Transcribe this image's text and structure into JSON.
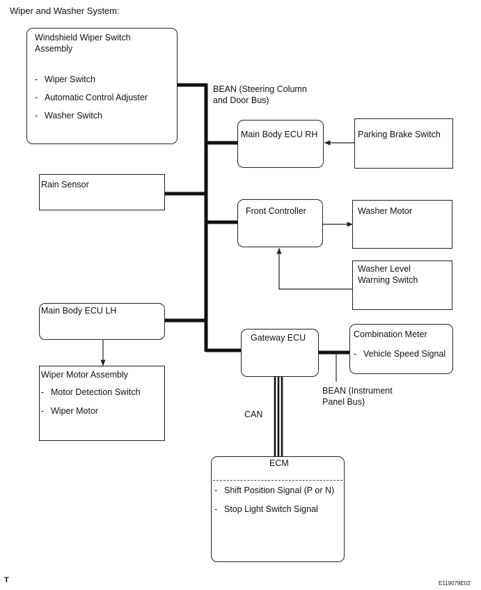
{
  "title": "Wiper and Washer System:",
  "boxes": {
    "wiper_switch": {
      "title_l1": "Windshield Wiper Switch",
      "title_l2": "Assembly",
      "items": [
        "Wiper Switch",
        "Automatic Control Adjuster",
        "Washer Switch"
      ]
    },
    "main_body_rh": {
      "title": "Main Body ECU RH"
    },
    "parking_brake": {
      "title": "Parking Brake Switch"
    },
    "rain_sensor": {
      "title": "Rain Sensor"
    },
    "front_controller": {
      "title": "Front Controller"
    },
    "washer_motor": {
      "title": "Washer Motor"
    },
    "washer_level": {
      "title_l1": "Washer Level",
      "title_l2": "Warning Switch"
    },
    "main_body_lh": {
      "title": "Main Body ECU LH"
    },
    "gateway": {
      "title": "Gateway ECU"
    },
    "combination_meter": {
      "title": "Combination Meter",
      "items": [
        "Vehicle Speed Signal"
      ]
    },
    "wiper_motor": {
      "title": "Wiper Motor Assembly",
      "items": [
        "Motor Detection Switch",
        "Wiper Motor"
      ]
    },
    "ecm": {
      "title": "ECM",
      "items": [
        "Shift Position Signal (P or N)",
        "Stop Light Switch Signal"
      ]
    }
  },
  "labels": {
    "bean_steering_l1": "BEAN (Steering Column",
    "bean_steering_l2": "and Door Bus)",
    "bean_instrument_l1": "BEAN (Instrument",
    "bean_instrument_l2": "Panel Bus)",
    "can": "CAN"
  },
  "footer": {
    "left": "T",
    "right": "E119079E02"
  },
  "dash_symbol": "-"
}
